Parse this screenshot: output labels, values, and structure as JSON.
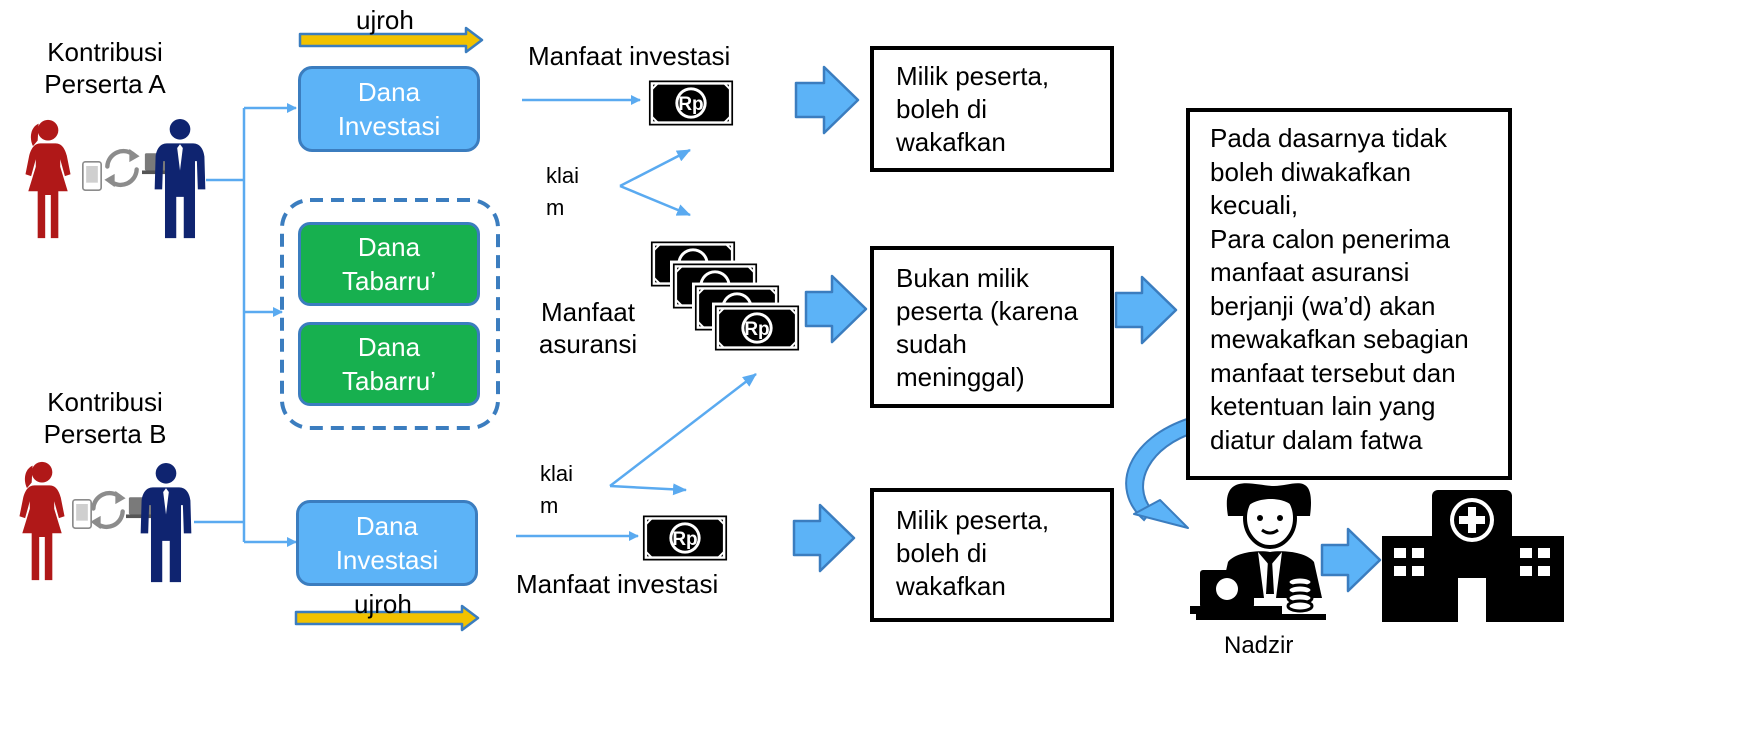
{
  "colors": {
    "blue_fill": "#5cb3f7",
    "blue_border": "#3b7dbf",
    "green_fill": "#17b04f",
    "flow_line": "#5aaaf0",
    "ujroh_arrow": "#f2c200",
    "woman": "#b01818",
    "man": "#0f2470"
  },
  "contributors": [
    {
      "label": "Kontribusi\nPerserta A"
    },
    {
      "label": "Kontribusi\nPerserta B"
    }
  ],
  "funds": {
    "top_investment": "Dana\nInvestasi",
    "tabarru_1": "Dana\nTabarru’",
    "tabarru_2": "Dana\nTabarru’",
    "bottom_investment": "Dana\nInvestasi"
  },
  "ujroh_top": "ujroh",
  "ujroh_bottom": "ujroh",
  "benefits": {
    "investment_top": "Manfaat investasi",
    "insurance": "Manfaat\nasuransi",
    "investment_bottom": "Manfaat investasi",
    "claim_top": "klai\nm",
    "claim_bottom": "klai\nm",
    "currency": "Rp"
  },
  "ownership": {
    "top": "Milik peserta,\nboleh di\nwakafkan",
    "middle": "Bukan milik\npeserta (karena\nsudah\nmeninggal)",
    "bottom": "Milik peserta,\nboleh di\nwakafkan"
  },
  "fatwa_note": "Pada dasarnya tidak\nboleh diwakafkan\nkecuali,\nPara calon penerima\nmanfaat asuransi\nberjanji (wa’d) akan\nmewakafkan sebagian\nmanfaat tersebut dan\nketentuan lain yang\ndiatur dalam fatwa",
  "nadzir_label": "Nadzir",
  "icons": [
    "woman-icon",
    "man-icon",
    "phone-icon",
    "laptop-icon",
    "exchange-arrows-icon",
    "banknote-icon",
    "banknote-stack-icon",
    "nadzir-icon",
    "hospital-icon",
    "block-arrow-icon"
  ]
}
